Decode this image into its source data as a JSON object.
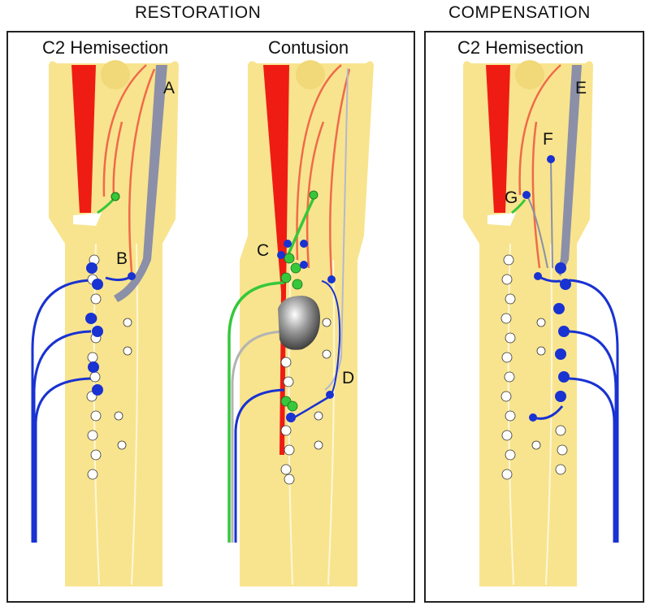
{
  "headers": {
    "left": "RESTORATION",
    "right": "COMPENSATION"
  },
  "panels": [
    {
      "title": "C2 Hemisection"
    },
    {
      "title": "Contusion"
    },
    {
      "title": "C2 Hemisection"
    }
  ],
  "labels": {
    "a": "A",
    "b": "B",
    "c": "C",
    "d": "D",
    "e": "E",
    "f": "F",
    "g": "G"
  },
  "colors": {
    "cord": "#f8e48e",
    "cord_dark": "#eccf6c",
    "red_tract": "#ef1c14",
    "orange_fiber": "#f06a4a",
    "gray_fiber": "#8b8fa8",
    "blue_motor": "#1932d2",
    "green_neuron": "#36c83a",
    "light_gray_fiber": "#b3b3b3",
    "lesion": "#6e6e6e"
  }
}
